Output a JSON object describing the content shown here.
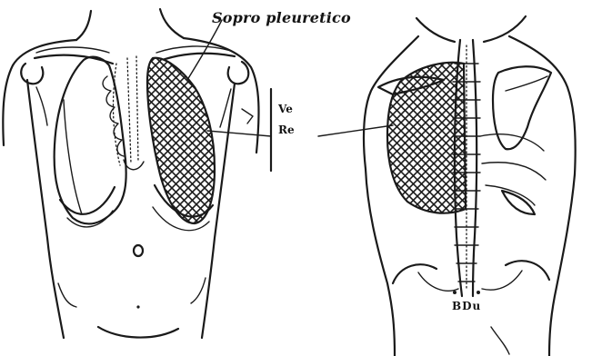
{
  "figure": {
    "title_label": "Sopro pleuretico",
    "label_ve": "Ve",
    "label_re": "Re",
    "vertebra_label": "BDu"
  },
  "colors": {
    "ink": "#1a1a1a",
    "paper": "#ffffff"
  },
  "views": [
    "anterior",
    "posterior"
  ]
}
